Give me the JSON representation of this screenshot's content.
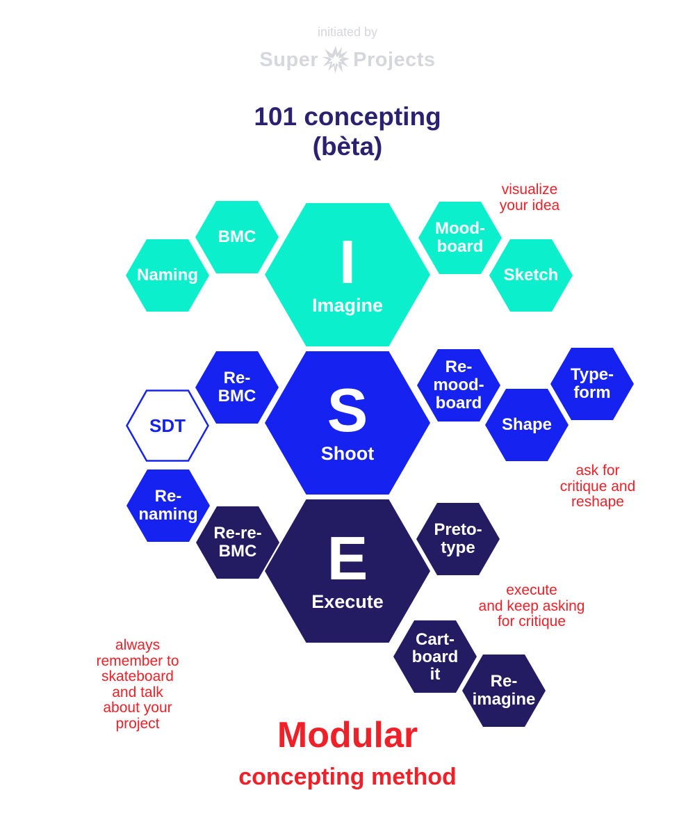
{
  "header": {
    "initiated_by": "initiated by",
    "brand": {
      "left": "Super",
      "right": "Projects",
      "icon": "starburst-icon"
    },
    "text_color": "#d5d7dc"
  },
  "title": {
    "text": "101 concepting\n(bèta)",
    "color": "#2b2171"
  },
  "colors": {
    "imagine_row": "#0befcd",
    "shoot_row": "#1522f0",
    "execute_row": "#231c63",
    "annotation_red": "#ef2028",
    "sdt_border": "#1522f0"
  },
  "hexagons": {
    "big": [
      {
        "id": "imagine",
        "letter": "I",
        "name": "Imagine"
      },
      {
        "id": "shoot",
        "letter": "S",
        "name": "Shoot"
      },
      {
        "id": "execute",
        "letter": "E",
        "name": "Execute"
      }
    ],
    "small": [
      {
        "id": "naming",
        "label": "Naming"
      },
      {
        "id": "bmc",
        "label": "BMC"
      },
      {
        "id": "moodboard",
        "label": "Mood-\nboard"
      },
      {
        "id": "sketch",
        "label": "Sketch"
      },
      {
        "id": "re-bmc",
        "label": "Re-\nBMC"
      },
      {
        "id": "sdt",
        "label": "SDT"
      },
      {
        "id": "re-moodboard",
        "label": "Re-\nmood-\nboard"
      },
      {
        "id": "shape",
        "label": "Shape"
      },
      {
        "id": "type-form",
        "label": "Type-\nform"
      },
      {
        "id": "re-naming",
        "label": "Re-\nnaming"
      },
      {
        "id": "re-re-bmc",
        "label": "Re-re-\nBMC"
      },
      {
        "id": "preto-type",
        "label": "Preto-\ntype"
      },
      {
        "id": "cart-board-it",
        "label": "Cart-\nboard\nit"
      },
      {
        "id": "re-imagine",
        "label": "Re-\nimagine"
      }
    ]
  },
  "annotations": [
    {
      "id": "visualize",
      "text": "visualize\nyour idea"
    },
    {
      "id": "ask-critique",
      "text": "ask for\ncritique and\nreshape"
    },
    {
      "id": "execute-critique",
      "text": "execute\nand keep asking\nfor critique"
    },
    {
      "id": "skateboard",
      "text": "always\nremember to\nskateboard\nand talk\nabout your\nproject"
    }
  ],
  "footer": {
    "title": "Modular",
    "subtitle": "concepting method"
  }
}
